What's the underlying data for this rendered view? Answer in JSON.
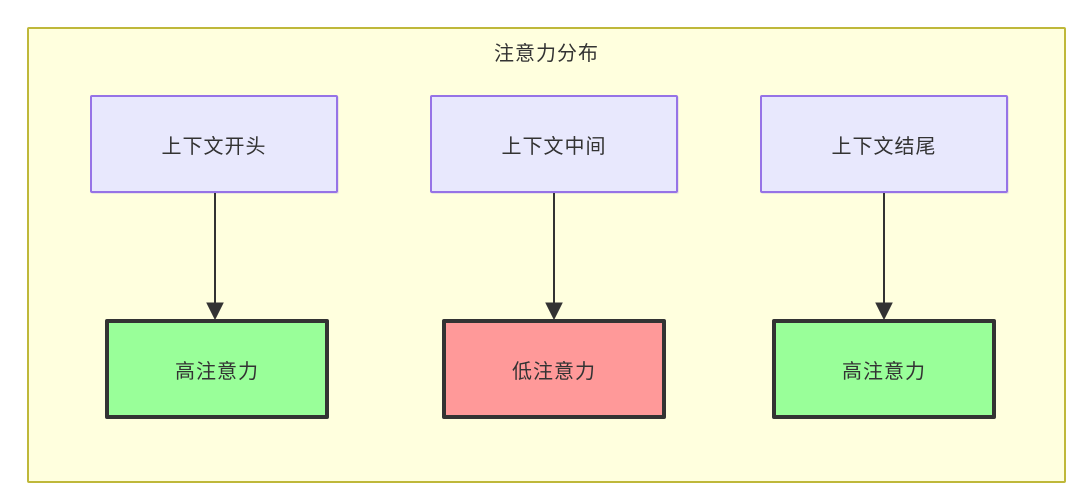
{
  "diagram": {
    "title": "注意力分布",
    "background_color": "#ffffde",
    "border_color": "#bfb83a",
    "context_node_fill": "#e8e8fd",
    "context_node_border": "#9673e6",
    "high_attention_fill": "#99ff99",
    "low_attention_fill": "#ff9999",
    "node_border_dark": "#333333",
    "columns": [
      {
        "context_label": "上下文开头",
        "attention_label": "高注意力",
        "attention_level": "high"
      },
      {
        "context_label": "上下文中间",
        "attention_label": "低注意力",
        "attention_level": "low"
      },
      {
        "context_label": "上下文结尾",
        "attention_label": "高注意力",
        "attention_level": "high"
      }
    ]
  }
}
